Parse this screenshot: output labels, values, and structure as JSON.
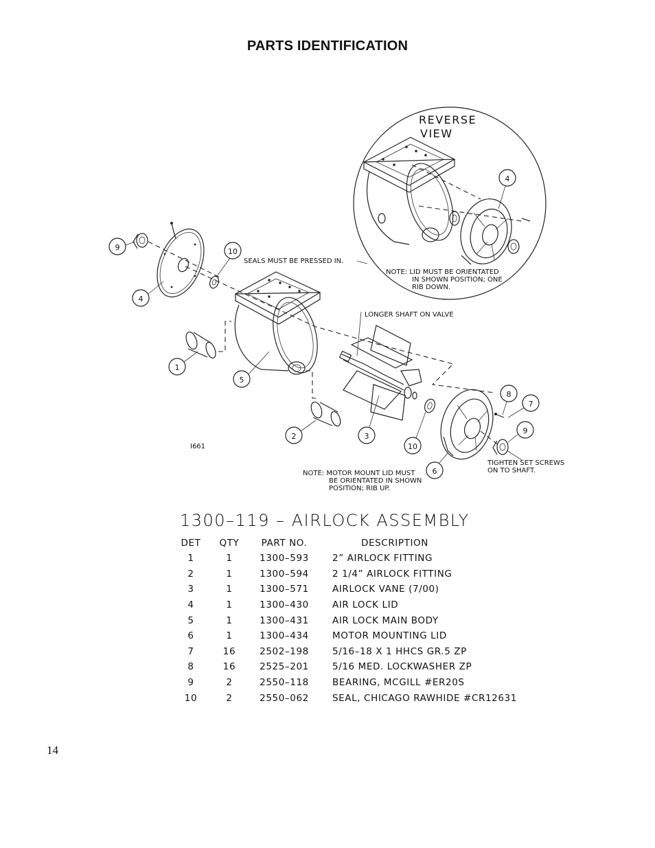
{
  "page": {
    "heading": "PARTS IDENTIFICATION",
    "page_number": "14"
  },
  "diagram": {
    "reverse_view_line1": "REVERSE",
    "reverse_view_line2": "VIEW",
    "note_lid_line1": "NOTE:  LID MUST BE ORIENTATED",
    "note_lid_line2": "IN SHOWN POSITION;  ONE",
    "note_lid_line3": "RIB DOWN.",
    "seals_note": "SEALS MUST BE PRESSED IN.",
    "shaft_note": "LONGER SHAFT ON VALVE",
    "drawing_id": "I661",
    "tighten_line1": "TIGHTEN  SET SCREWS",
    "tighten_line2": "ON TO SHAFT.",
    "motor_note_line1": "NOTE:  MOTOR MOUNT LID MUST",
    "motor_note_line2": "BE ORIENTATED  IN  SHOWN",
    "motor_note_line3": "POSITION;  RIB UP.",
    "callouts": [
      "4",
      "9",
      "10",
      "4",
      "1",
      "5",
      "3",
      "2",
      "10",
      "6",
      "8",
      "7",
      "9"
    ]
  },
  "assembly": {
    "title": "1300–119  –  AIRLOCK  ASSEMBLY",
    "headers": {
      "det": "DET",
      "qty": "QTY",
      "part": "PART NO.",
      "desc": "DESCRIPTION"
    },
    "rows": [
      {
        "det": "1",
        "qty": "1",
        "part": "1300–593",
        "desc": "2”  AIRLOCK  FITTING"
      },
      {
        "det": "2",
        "qty": "1",
        "part": "1300–594",
        "desc": "2  1/4”  AIRLOCK  FITTING"
      },
      {
        "det": "3",
        "qty": "1",
        "part": "1300–571",
        "desc": "AIRLOCK  VANE  (7/00)"
      },
      {
        "det": "4",
        "qty": "1",
        "part": "1300–430",
        "desc": "AIR  LOCK  LID"
      },
      {
        "det": "5",
        "qty": "1",
        "part": "1300–431",
        "desc": "AIR  LOCK  MAIN  BODY"
      },
      {
        "det": "6",
        "qty": "1",
        "part": "1300–434",
        "desc": "MOTOR  MOUNTING  LID"
      },
      {
        "det": "7",
        "qty": "16",
        "part": "2502–198",
        "desc": "5/16–18  X  1  HHCS  GR.5  ZP"
      },
      {
        "det": "8",
        "qty": "16",
        "part": "2525–201",
        "desc": "5/16  MED.  LOCKWASHER    ZP"
      },
      {
        "det": "9",
        "qty": "2",
        "part": "2550–118",
        "desc": "BEARING,  MCGILL  #ER20S"
      },
      {
        "det": "10",
        "qty": "2",
        "part": "2550–062",
        "desc": "SEAL,  CHICAGO  RAWHIDE  #CR12631"
      }
    ]
  }
}
